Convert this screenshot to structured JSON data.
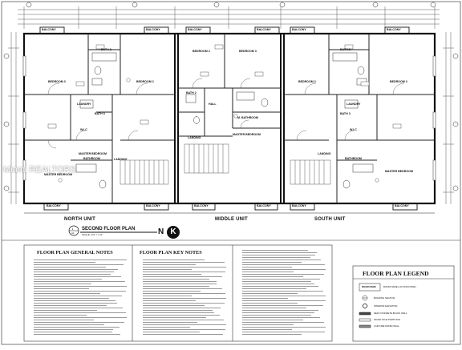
{
  "units": {
    "north": "NORTH UNIT",
    "middle": "MIDDLE UNIT",
    "south": "SOUTH UNIT"
  },
  "plan": {
    "title": "SECOND FLOOR PLAN",
    "scale": "SCALE: 1/4\" = 1'-0\"",
    "number": "1",
    "sheet": "A1"
  },
  "north_arrow": {
    "letter": "N",
    "symbol": "K"
  },
  "rooms": {
    "bath2": "BATH 2",
    "bath3": "BATH 3",
    "bedroom2": "BEDROOM 2",
    "bedroom3": "BEDROOM 3",
    "laundry": "LAUNDRY",
    "master_bedroom": "MASTER BEDROOM",
    "master_bathroom": "BATHROOM",
    "wic": "W.I.C",
    "balcony": "BALCONY",
    "landing": "LANDING",
    "hall": "HALL",
    "m_bathroom": "M. BATHROOM"
  },
  "notes": {
    "general_title": "FLOOR PLAN GENERAL NOTES",
    "key_title": "FLOOR PLAN KEY NOTES"
  },
  "legend": {
    "title": "FLOOR PLAN LEGEND",
    "room_name": "ROOM NAME",
    "items": [
      "ROOM NAME & FLOOR FINISH",
      "BUILDING SECTION",
      "INTERIOR ELEVATION",
      "NEW CONCRETE BLOCK WALL",
      "WOOD STUD PARTITION",
      "2 HR FIRE RATED WALL"
    ]
  },
  "watermark": "Miami REALTORS"
}
